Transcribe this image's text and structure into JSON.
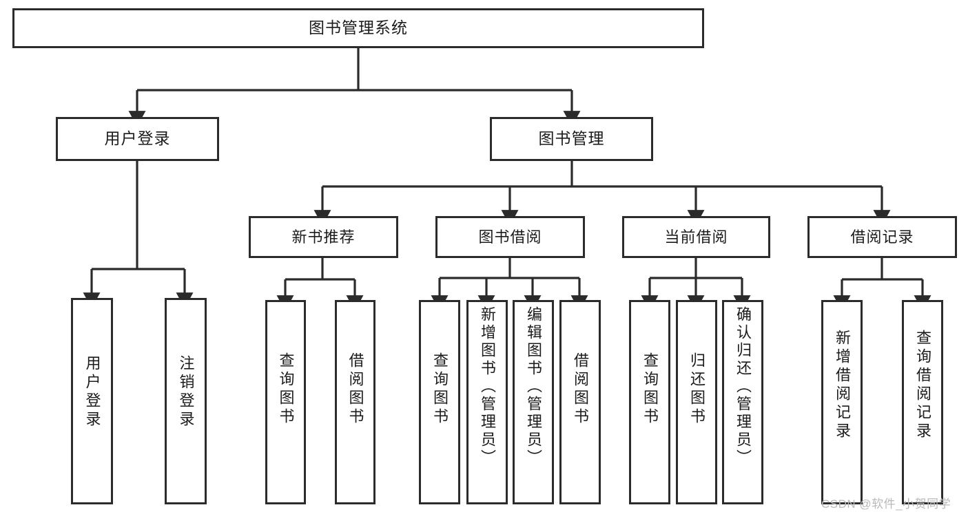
{
  "diagram": {
    "title": "图书管理系统",
    "type": "functional-decomposition-tree",
    "watermark": "CSDN @软件_小贺同学",
    "colors": {
      "stroke": "#2b2b2b",
      "fill": "#ffffff",
      "text": "#1b1b1b",
      "watermark": "#b9b9b9"
    },
    "nodes": {
      "root": {
        "label": "图书管理系统"
      },
      "level2": [
        {
          "label": "用户登录"
        },
        {
          "label": "图书管理"
        }
      ],
      "level3": [
        {
          "label": "新书推荐"
        },
        {
          "label": "图书借阅"
        },
        {
          "label": "当前借阅"
        },
        {
          "label": "借阅记录"
        }
      ],
      "leaves": {
        "user_login": [
          {
            "label": "用户登录"
          },
          {
            "label": "注销登录"
          }
        ],
        "new_book": [
          {
            "label": "查询图书"
          },
          {
            "label": "借阅图书"
          }
        ],
        "book_borrow": [
          {
            "label": "查询图书"
          },
          {
            "label": "新增图书（管理员）"
          },
          {
            "label": "编辑图书（管理员）"
          },
          {
            "label": "借阅图书"
          }
        ],
        "current_borrow": [
          {
            "label": "查询图书"
          },
          {
            "label": "归还图书"
          },
          {
            "label": "确认归还（管理员）"
          }
        ],
        "borrow_record": [
          {
            "label": "新增借阅记录"
          },
          {
            "label": "查询借阅记录"
          }
        ]
      }
    }
  }
}
